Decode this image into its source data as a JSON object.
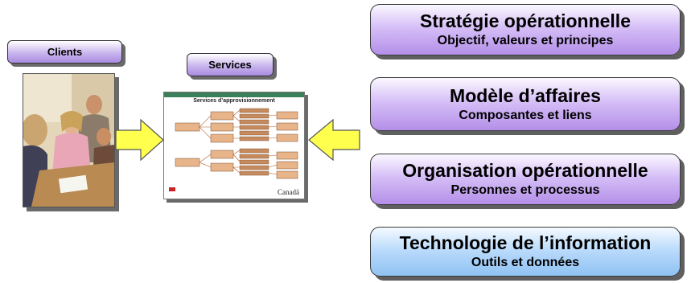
{
  "clients_label": "Clients",
  "services_label": "Services",
  "boxes": [
    {
      "title": "Stratégie opérationnelle",
      "subtitle": "Objectif, valeurs et principes"
    },
    {
      "title": "Modèle d’affaires",
      "subtitle": "Composantes et liens"
    },
    {
      "title": "Organisation opérationnelle",
      "subtitle": "Personnes et processus"
    },
    {
      "title": "Technologie de l’information",
      "subtitle": "Outils et données"
    }
  ],
  "slide": {
    "title": "Services d’approvisionnement",
    "footer_brand": "Canadä"
  },
  "colors": {
    "purple_box": "#c9a9f0",
    "blue_box": "#a8d0f7",
    "arrow_fill": "#ffff4d"
  }
}
